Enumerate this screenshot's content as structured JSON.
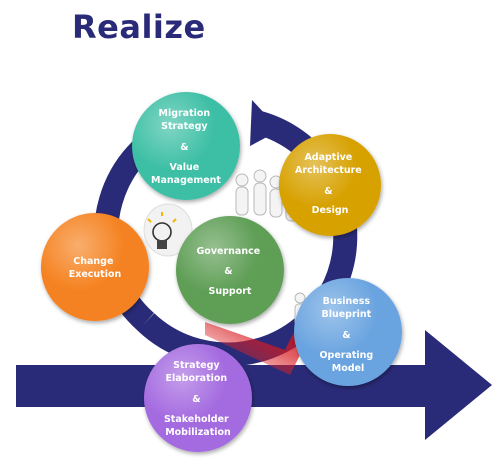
{
  "title": "Realize",
  "colors": {
    "title": "#2a2b78",
    "cycle": "#2a2b78",
    "arrow_accent": "#d71920",
    "migration": "#3dbfa5",
    "adaptive": "#d7a100",
    "change": "#f58220",
    "governance": "#5e9e55",
    "business": "#6aa4e0",
    "strategy": "#a46ae0"
  },
  "nodes": {
    "migration": {
      "lines": [
        "Migration",
        "Strategy",
        "&",
        "Value",
        "Management"
      ]
    },
    "adaptive": {
      "lines": [
        "Adaptive",
        "Architecture",
        "&",
        "Design"
      ]
    },
    "change": {
      "lines": [
        "Change",
        "Execution"
      ]
    },
    "governance": {
      "lines": [
        "Governance",
        "&",
        "Support"
      ]
    },
    "business": {
      "lines": [
        "Business",
        "Blueprint",
        "&",
        "Operating",
        "Model"
      ]
    },
    "strategy": {
      "lines": [
        "Strategy",
        "Elaboration",
        "&",
        "Stakeholder",
        "Mobilization"
      ]
    }
  },
  "icons": [
    "lightbulb-icon",
    "people-group-icon",
    "rising-arrow-icon"
  ]
}
